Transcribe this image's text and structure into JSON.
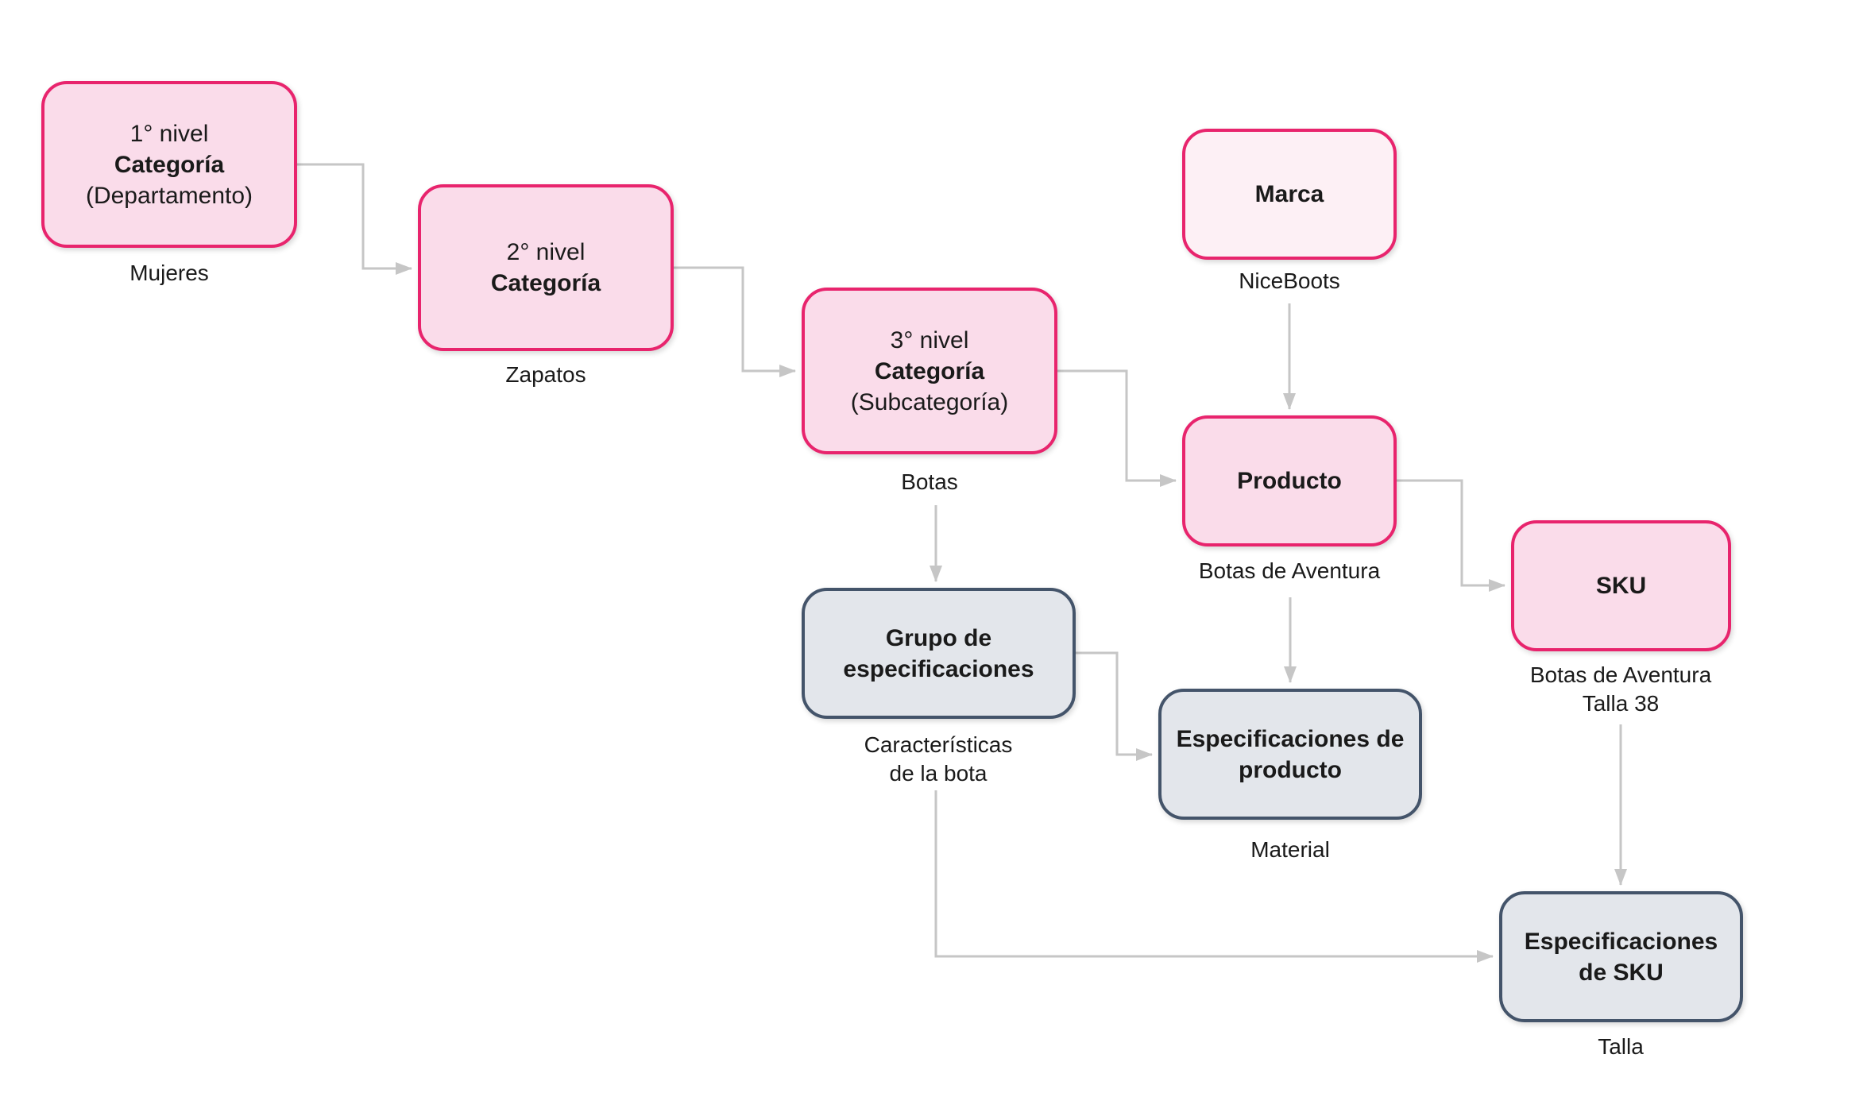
{
  "diagram": {
    "colors": {
      "pink_fill": "#fadcea",
      "marca_fill": "#fdf0f5",
      "pink_border": "#e8246d",
      "gray_fill": "#e3e6eb",
      "gray_border": "#44546a",
      "arrow": "#c6c6c6",
      "text": "#1a1a1a"
    },
    "nodes": {
      "level1": {
        "top": "1° nivel",
        "title": "Categoría",
        "sub": "(Departamento)",
        "caption": "Mujeres"
      },
      "level2": {
        "top": "2° nivel",
        "title": "Categoría",
        "caption": "Zapatos"
      },
      "level3": {
        "top": "3° nivel",
        "title": "Categoría",
        "sub": "(Subcategoría)",
        "caption": "Botas"
      },
      "marca": {
        "title": "Marca",
        "caption": "NiceBoots"
      },
      "producto": {
        "title": "Producto",
        "caption": "Botas de Aventura"
      },
      "sku": {
        "title": "SKU",
        "caption1": "Botas de Aventura",
        "caption2": "Talla 38"
      },
      "grupo": {
        "title": "Grupo de especificaciones",
        "caption1": "Características",
        "caption2": "de la bota"
      },
      "espec_producto": {
        "title": "Especificaciones de producto",
        "caption": "Material"
      },
      "espec_sku": {
        "title": "Especificaciones de SKU",
        "caption": "Talla"
      }
    }
  }
}
